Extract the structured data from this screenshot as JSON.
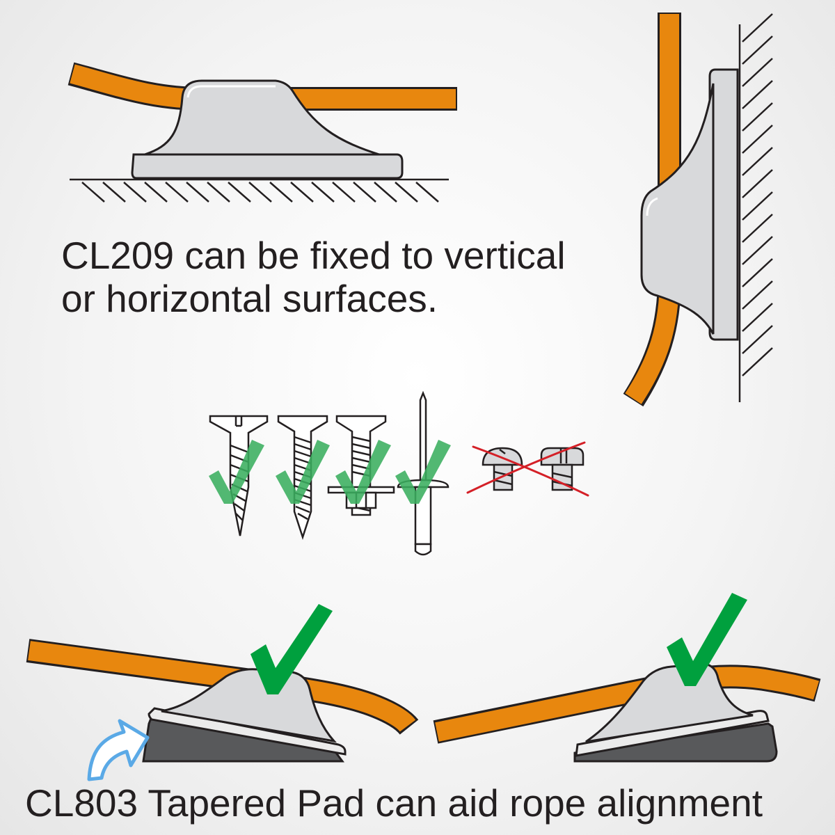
{
  "caption_top": {
    "line1": "CL209 can be fixed to vertical",
    "line2": "or horizontal surfaces."
  },
  "caption_bottom": "CL803 Tapered Pad can aid rope alignment",
  "fasteners": [
    {
      "name": "slotted-countersunk-wood-screw",
      "accepted": true
    },
    {
      "name": "cross-head-countersunk-self-tapping-screw",
      "accepted": true
    },
    {
      "name": "countersunk-machine-screw-with-nut",
      "accepted": true
    },
    {
      "name": "pop-rivet",
      "accepted": true
    },
    {
      "name": "pan-head-screw",
      "accepted": false
    },
    {
      "name": "cheese-head-screw",
      "accepted": false
    }
  ],
  "colors": {
    "rope": "#e8870e",
    "outline": "#231f20",
    "cleat": "#d8d9db",
    "pad": "#58595b",
    "check": "#00a03e",
    "cross": "#d42027",
    "arrow": "#5aa9e6"
  },
  "icons": [
    "check-icon",
    "cross-icon",
    "curved-arrow-icon"
  ]
}
